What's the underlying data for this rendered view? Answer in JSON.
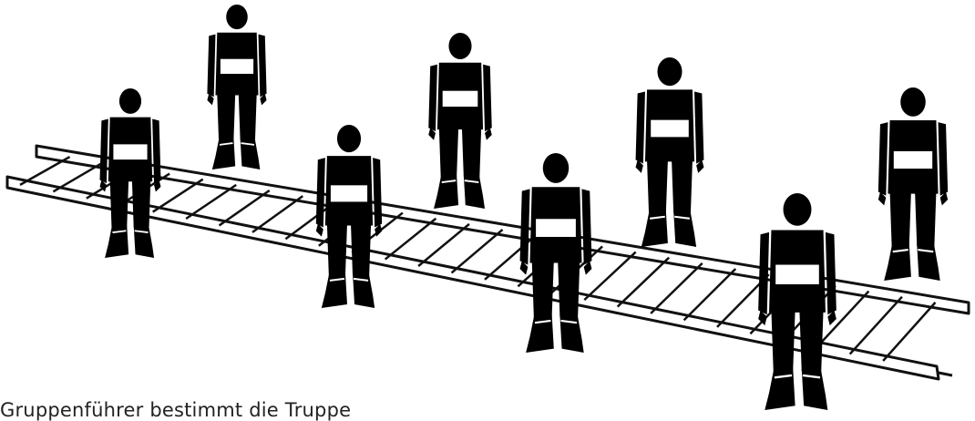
{
  "caption": "Gruppenführer bestimmt die Truppe",
  "colors": {
    "figure": "#000000",
    "ladder_stroke": "#111111",
    "ladder_fill": "#ffffff",
    "caption_text": "#222222"
  },
  "illustration": {
    "subject": "firefighter-squad-with-ladder",
    "figure_count": 8,
    "ladder_count": 1
  }
}
